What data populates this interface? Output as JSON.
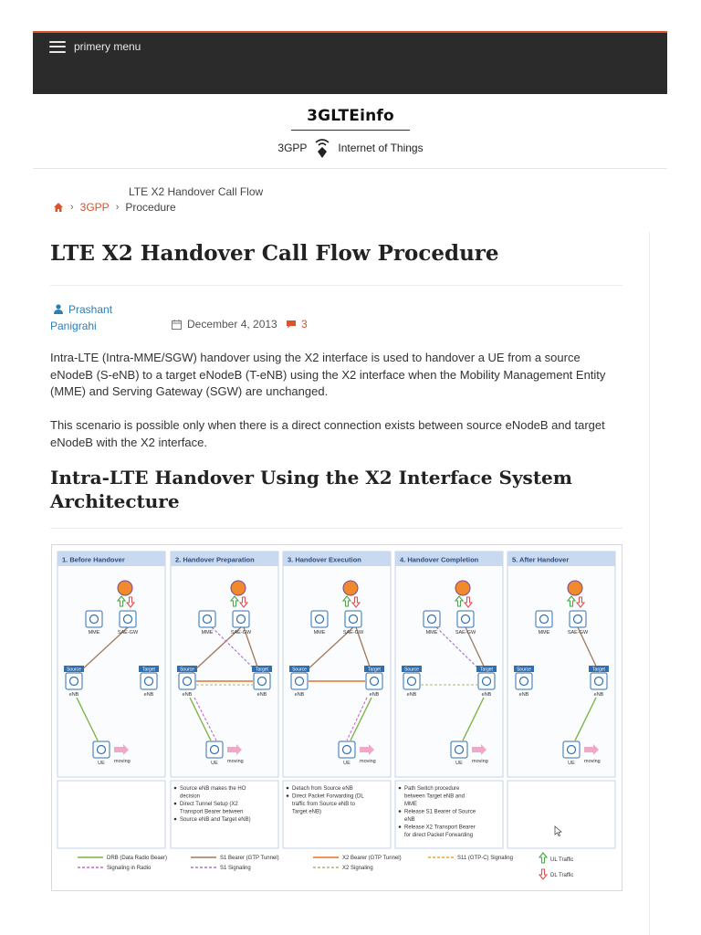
{
  "nav": {
    "menu_label": "primery menu"
  },
  "brand": {
    "title": "3GLTEinfo",
    "sub_left": "3GPP",
    "sub_right": "Internet of Things"
  },
  "breadcrumb": {
    "current": "LTE X2 Handover Call Flow",
    "section": "3GPP",
    "page": "Procedure"
  },
  "article": {
    "title": "LTE X2 Handover Call Flow Procedure",
    "author_line1": "Prashant",
    "author_line2": "Panigrahi",
    "date": "December 4, 2013",
    "comments": "3",
    "paragraph1": "Intra-LTE (Intra-MME/SGW) handover using the X2 interface is used to handover a UE from a source eNodeB (S-eNB) to a target eNodeB (T-eNB) using the X2 interface when the Mobility Management Entity (MME) and Serving Gateway (SGW) are unchanged.",
    "paragraph2": "This scenario is possible only when there is a direct connection exists between source eNodeB and target eNodeB with the X2 interface.",
    "subheading": "Intra-LTE Handover Using the X2 Interface System Architecture"
  },
  "diagram": {
    "panels": [
      {
        "title": "1. Before Handover"
      },
      {
        "title": "2. Handover Preparation"
      },
      {
        "title": "3. Handover Execution"
      },
      {
        "title": "4. Handover Completion"
      },
      {
        "title": "5. After Handover"
      }
    ],
    "node_labels": {
      "mme": "MME",
      "sgw": "SAE-GW",
      "enb": "eNB",
      "ue": "UE",
      "source": "Source",
      "target": "Target",
      "moving": "moving"
    },
    "notes": {
      "p2": [
        "Source eNB makes the HO",
        "decision",
        "Direct Tunnel Setup (X2",
        "Transport Bearer between",
        "Source eNB and Target eNB)"
      ],
      "p3": [
        "Detach from Source eNB",
        "Direct Packet Forwarding (DL",
        "traffic from Source eNB to",
        "Target eNB)"
      ],
      "p4": [
        "Path Switch procedure",
        "between Target eNB and",
        "MME",
        "Release S1 Bearer of Source",
        "eNB",
        "Release X2 Transport Bearer",
        "for direct Packet Forwarding"
      ]
    },
    "legend": {
      "drb": "DRB (Data Radio Beaer)",
      "radio": "Signaling in Radio",
      "s1b": "S1 Bearer (GTP Tunnel)",
      "s1s": "S1 Signaling",
      "x2b": "X2 Bearer (GTP Tunnel)",
      "x2s": "X2 Signaling",
      "s11": "S11 (GTP-C) Signaling",
      "ul": "UL Traffic",
      "dl": "DL Traffic"
    },
    "colors": {
      "drb": "#7cb342",
      "radio": "#cc66cc",
      "s1b": "#a0785a",
      "s1s": "#aa77cc",
      "x2b": "#e8702a",
      "x2s": "#a8b870",
      "s11": "#f0a030",
      "header": "#c9daf0",
      "node": "#2f6fb0"
    }
  }
}
